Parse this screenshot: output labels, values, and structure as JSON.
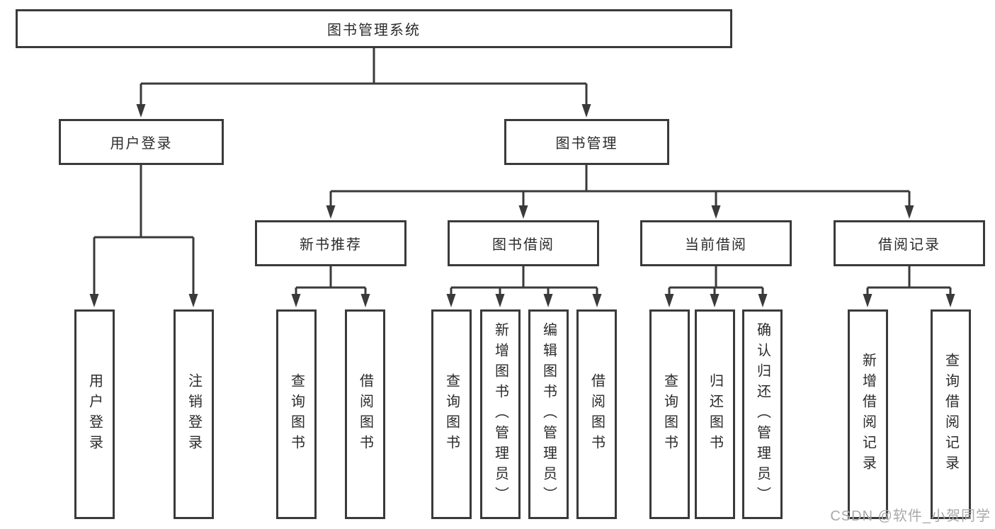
{
  "title": "图书管理系统",
  "level2": {
    "user_login": "用户登录",
    "book_mgmt": "图书管理"
  },
  "level3": {
    "new_books": "新书推荐",
    "borrow": "图书借阅",
    "current": "当前借阅",
    "records": "借阅记录"
  },
  "leaves": {
    "user_login": [
      "用户登录",
      "注销登录"
    ],
    "new_books": [
      "查询图书",
      "借阅图书"
    ],
    "borrow": [
      "查询图书",
      "新增图书（管理员）",
      "编辑图书（管理员）",
      "借阅图书"
    ],
    "current": [
      "查询图书",
      "归还图书",
      "确认归还（管理员）"
    ],
    "records": [
      "新增借阅记录",
      "查询借阅记录"
    ]
  },
  "watermark": "CSDN @软件_小贺同学",
  "colors": {
    "line": "#3a3a3a",
    "text": "#2b2b2b",
    "watermark": "#a9a9a9",
    "background": "#ffffff"
  }
}
